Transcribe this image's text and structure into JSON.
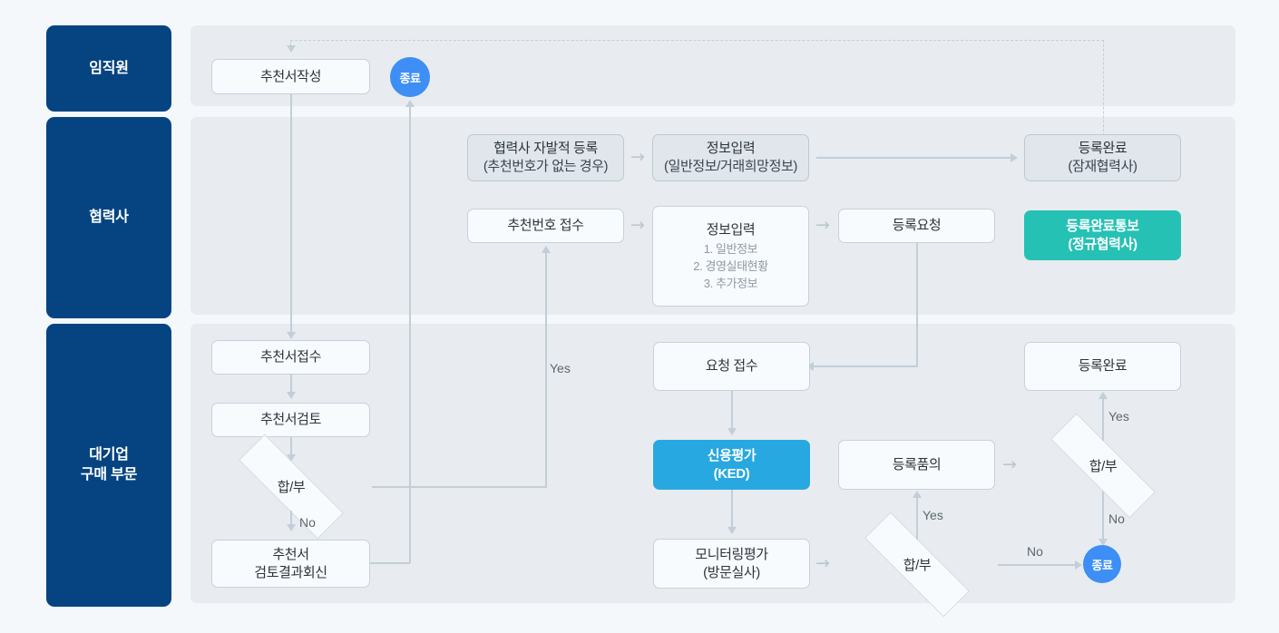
{
  "lanes": [
    {
      "id": "employee",
      "label": "임직원"
    },
    {
      "id": "partner",
      "label": "협력사"
    },
    {
      "id": "buyer",
      "label": "대기업\n구매 부문"
    }
  ],
  "lane_labels": {
    "employee": "임직원",
    "partner": "협력사",
    "buyer_line1": "대기업",
    "buyer_line2": "구매 부문"
  },
  "nodes": {
    "recommendation_write": {
      "title": "추천서작성"
    },
    "end_top": {
      "title": "종료"
    },
    "partner_self_register": {
      "title": "협력사 자발적 등록",
      "sub": "(추천번호가 없는 경우)"
    },
    "info_input_general": {
      "title": "정보입력",
      "sub": "(일반정보/거래희망정보)"
    },
    "register_done_potential": {
      "title": "등록완료",
      "sub": "(잠재협력사)"
    },
    "recommend_no_receipt": {
      "title": "추천번호 접수"
    },
    "info_input_detail": {
      "title": "정보입력",
      "items": [
        "1. 일반정보",
        "2. 경영실태현황",
        "3. 추가정보"
      ]
    },
    "register_request": {
      "title": "등록요청"
    },
    "register_done_notify": {
      "title": "등록완료통보",
      "sub": "(정규협력사)"
    },
    "recommendation_receive": {
      "title": "추천서접수"
    },
    "recommendation_review": {
      "title": "추천서검토"
    },
    "decision_review": {
      "title": "합/부"
    },
    "recommendation_result_reply": {
      "title": "추천서",
      "sub": "검토결과회신"
    },
    "request_receive": {
      "title": "요청 접수"
    },
    "credit_eval": {
      "title": "신용평가",
      "sub": "(KED)"
    },
    "monitoring_eval": {
      "title": "모니터링평가",
      "sub": "(방문실사)"
    },
    "decision_monitoring": {
      "title": "합/부"
    },
    "register_approval": {
      "title": "등록품의"
    },
    "decision_approval": {
      "title": "합/부"
    },
    "register_done": {
      "title": "등록완료"
    },
    "end_bottom": {
      "title": "종료"
    }
  },
  "edge_labels": {
    "yes_review": "Yes",
    "no_review": "No",
    "yes_monitoring": "Yes",
    "no_monitoring": "No",
    "yes_approval": "Yes",
    "no_approval": "No"
  },
  "colors": {
    "lane_navy": "#054481",
    "band": "#e8ecf0",
    "page_bg": "#f4f8fb",
    "teal": "#25c1b4",
    "blue": "#27a8e0",
    "terminator": "#3d8ef5",
    "line": "#c2ced8",
    "box_border": "#c5d2dc",
    "box_fill": "#f8fbfd",
    "muted_fill": "#e0e6ec"
  }
}
